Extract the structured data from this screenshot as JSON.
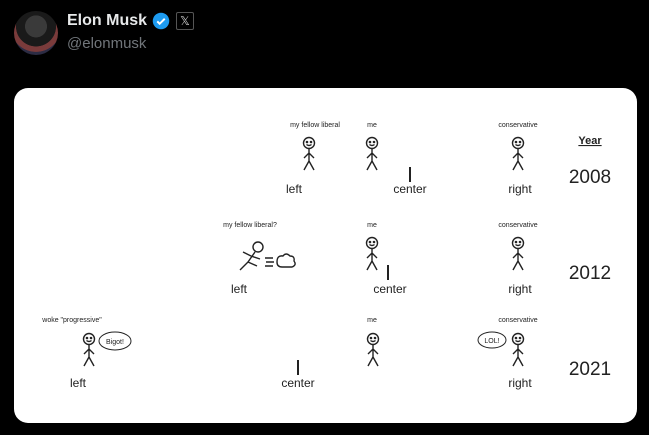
{
  "author": {
    "name": "Elon Musk",
    "handle": "@elonmusk",
    "verified": true,
    "affiliate_badge": "𝕏"
  },
  "image": {
    "year_header": "Year",
    "rows": [
      {
        "year": "2008",
        "left": "left",
        "center": "center",
        "right": "right",
        "liberal_label": "my fellow liberal",
        "me_label": "me",
        "conservative_label": "conservative"
      },
      {
        "year": "2012",
        "left": "left",
        "center": "center",
        "right": "right",
        "liberal_label": "my fellow liberal?",
        "me_label": "me",
        "conservative_label": "conservative"
      },
      {
        "year": "2021",
        "left": "left",
        "center": "center",
        "right": "right",
        "liberal_label": "woke \"progressive\"",
        "me_label": "me",
        "conservative_label": "conservative",
        "liberal_bubble": "Bigot!",
        "conservative_bubble": "LOL!"
      }
    ]
  },
  "colors": {
    "left": "#4a7fc4",
    "right": "#d9534f",
    "verified": "#1d9bf0"
  }
}
